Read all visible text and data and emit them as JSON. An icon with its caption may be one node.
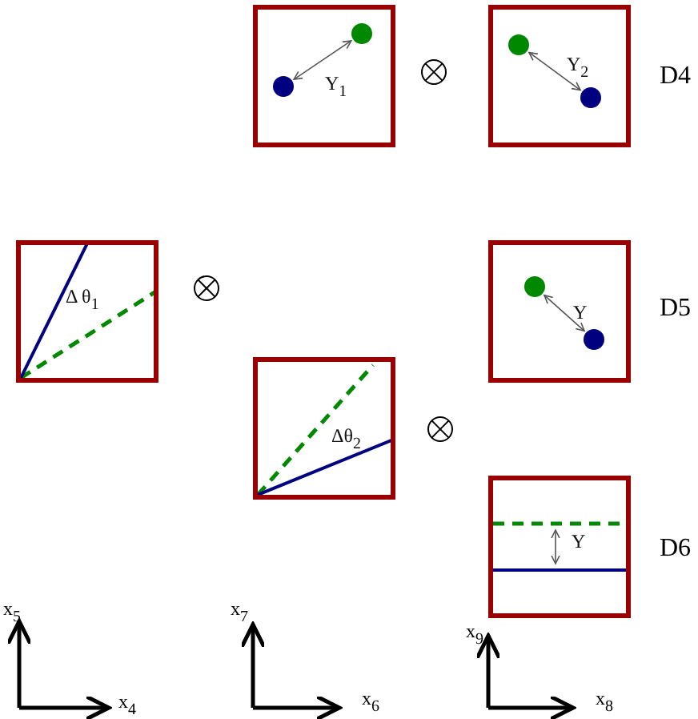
{
  "diagram": {
    "nodes": [
      {
        "text": [
          "Y$_{1}$"
        ]
      },
      {
        "text": [
          "Y$_{2}$"
        ]
      },
      {
        "text": [
          "Δ θ$_{1}$"
        ]
      },
      {
        "text": [
          "Y"
        ]
      },
      {
        "text": [
          "Δθ$_{2}$"
        ]
      },
      {
        "text": [
          "Y"
        ]
      }
    ],
    "labels": [
      "D4",
      "D5",
      "D6",
      "x$_{5}$",
      "x$_{4}$",
      "x$_{7}$",
      "x$_{6}$",
      "x$_{9}$",
      "x$_{8}$"
    ]
  }
}
